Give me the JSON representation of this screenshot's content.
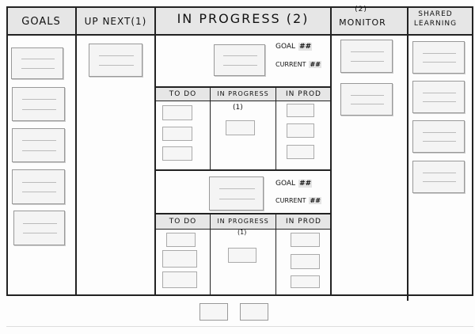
{
  "columns": {
    "goals": "GOALS",
    "up_next": "UP NEXT(1)",
    "in_progress": "IN PROGRESS (2)",
    "monitor_count": "(2)",
    "monitor": "MONITOR",
    "shared_learning": "SHARED LEARNING"
  },
  "swimlanes": [
    {
      "goal_label": "GOAL",
      "goal_value": "##",
      "current_label": "CURRENT",
      "current_value": "##",
      "subcolumns": [
        "TO DO",
        "IN PROGRESS",
        "IN PROD"
      ],
      "in_progress_count": "(1)"
    },
    {
      "goal_label": "GOAL",
      "goal_value": "##",
      "current_label": "CURRENT",
      "current_value": "##",
      "subcolumns": [
        "TO DO",
        "IN PROGRESS",
        "IN PROD"
      ],
      "in_progress_count": "(1)"
    }
  ]
}
